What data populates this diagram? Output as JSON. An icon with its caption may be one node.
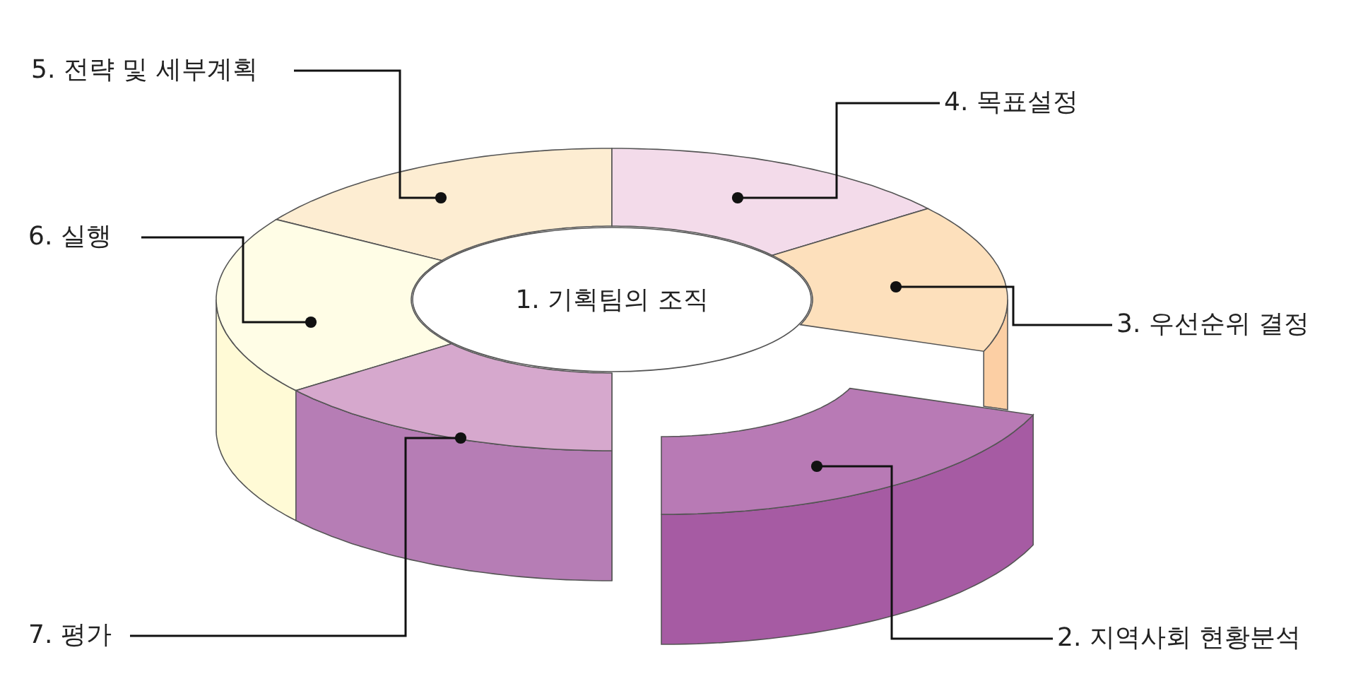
{
  "diagram": {
    "nodes": [
      {
        "text": [
          "1. 기획팀의 조직"
        ]
      },
      {
        "text": [
          "2. 지역사회 현황분석"
        ]
      },
      {
        "text": [
          "3. 우선순위 결정"
        ]
      },
      {
        "text": [
          "4. 목표설정"
        ]
      },
      {
        "text": [
          "5. 전략 및 세부계획"
        ]
      },
      {
        "text": [
          "6. 실행"
        ]
      },
      {
        "text": [
          "7. 평가"
        ]
      },
      {
        "text": [],
        "shape": "wedge"
      },
      {
        "text": [],
        "shape": "wedge"
      },
      {
        "text": [],
        "shape": "wedge"
      },
      {
        "text": [],
        "shape": "wedge"
      },
      {
        "text": [],
        "shape": "wedge"
      },
      {
        "text": [],
        "shape": "wedge"
      }
    ],
    "edges": [
      {
        "from": 1,
        "to": 7,
        "arrow": "other"
      },
      {
        "from": 2,
        "to": 8,
        "arrow": "other"
      },
      {
        "from": 3,
        "to": 9,
        "arrow": "other"
      },
      {
        "from": 4,
        "to": 10,
        "arrow": "other"
      },
      {
        "from": 5,
        "to": 11,
        "arrow": "other"
      },
      {
        "from": 6,
        "to": 12,
        "arrow": "other"
      }
    ]
  }
}
